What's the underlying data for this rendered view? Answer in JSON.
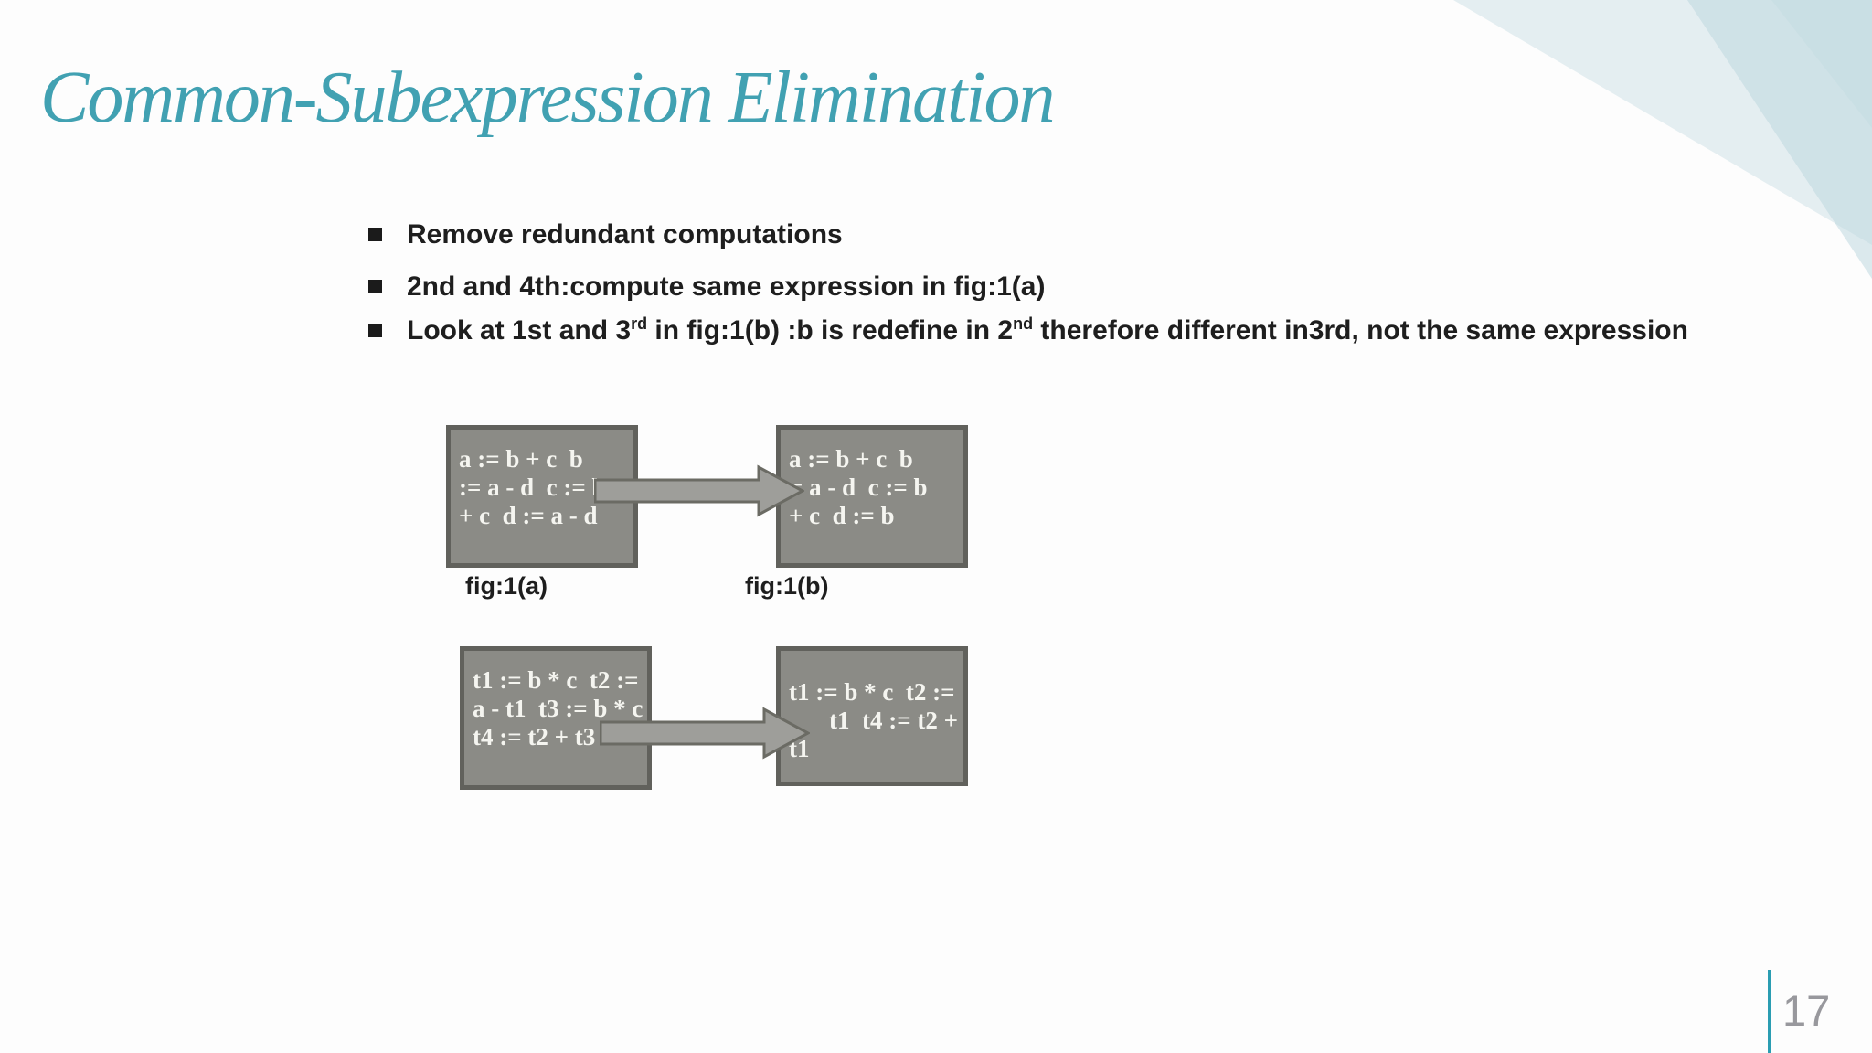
{
  "slide": {
    "title": "Common-Subexpression Elimination"
  },
  "bullets": [
    {
      "text": "Remove redundant computations"
    },
    {
      "text": "2nd and 4th:compute same expression in fig:1(a)"
    },
    {
      "parts": [
        "Look at 1st and 3",
        "rd",
        " in fig:1(b) :b is redefine in 2",
        "nd",
        " therefore different in3rd, not the same expression"
      ]
    }
  ],
  "figures": {
    "fig1": {
      "source": {
        "lines": [
          "a := b + c  b",
          ":= a - d  c := b",
          "+ c  d := a - d"
        ]
      },
      "result": {
        "lines": [
          "a := b + c  b",
          "= a - d  c := b",
          "+ c  d := b"
        ]
      },
      "source_label": "fig:1(a)",
      "result_label": "fig:1(b)"
    },
    "fig2": {
      "source": {
        "lines": [
          "t1 := b * c  t2 :=",
          "a - t1  t3 := b * c",
          "t4 := t2 + t3"
        ]
      },
      "result": {
        "lines": [
          "t1 := b * c  t2 :=",
          "t1  t4 := t2 +",
          "t1"
        ]
      }
    }
  },
  "footer": {
    "page_number": "17"
  },
  "icons": {
    "bullet_marker": "square-bullet",
    "arrow": "right-block-arrow",
    "corner": "teal-triangle-decoration"
  },
  "colors": {
    "title": "#41a1b2",
    "accent_line": "#2a9db2",
    "box_fill": "#8b8b86",
    "box_border": "#61615c",
    "arrow_fill": "#9e9e9a",
    "arrow_border": "#6b6b64",
    "code_text": "#f5f5f0",
    "body_text": "#1e1e1e",
    "page_number": "#98989d",
    "corner_tint_light": "#cfe2e7",
    "corner_tint_dark": "#b9d6dd"
  }
}
